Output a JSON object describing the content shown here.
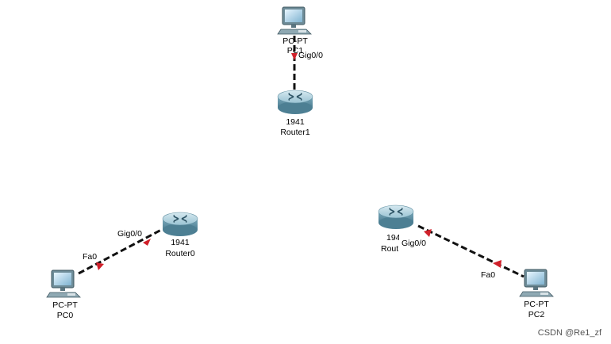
{
  "devices": {
    "pc1": {
      "model": "PC-PT",
      "name": "PC1"
    },
    "router1": {
      "model": "1941",
      "name": "Router1"
    },
    "router0": {
      "model": "1941",
      "name": "Router0"
    },
    "pc0": {
      "model": "PC-PT",
      "name": "PC0"
    },
    "router2": {
      "model": "1941",
      "name": "Router2"
    },
    "pc2": {
      "model": "PC-PT",
      "name": "PC2"
    }
  },
  "links": {
    "pc1_router1": {
      "port": "Gig0/0"
    },
    "pc0_router0": {
      "port_pc": "Fa0",
      "port_router": "Gig0/0"
    },
    "pc2_router2": {
      "port_pc": "Fa0",
      "port_router": "Gig0/0"
    }
  },
  "colors": {
    "link": "#111111",
    "link_indicator": "#d0202a",
    "device_body": "#9ac3d3"
  },
  "watermark": "CSDN @Re1_zf"
}
